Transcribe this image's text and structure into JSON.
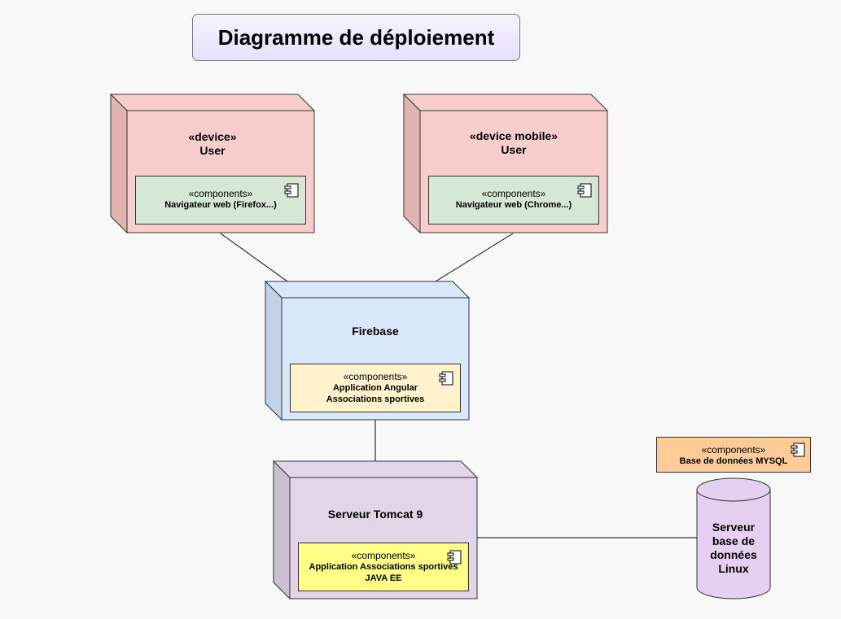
{
  "title": "Diagramme de déploiement",
  "nodes": {
    "user_device": {
      "stereotype": "«device»",
      "name": "User",
      "component": {
        "stereotype": "«components»",
        "name": "Navigateur web (Firefox...)"
      }
    },
    "user_mobile": {
      "stereotype": "«device mobile»",
      "name": "User",
      "component": {
        "stereotype": "«components»",
        "name": "Navigateur web (Chrome...)"
      }
    },
    "firebase": {
      "name": "Firebase",
      "component": {
        "stereotype": "«components»",
        "name_line1": "Application Angular",
        "name_line2": "Associations sportives"
      }
    },
    "tomcat": {
      "name": "Serveur Tomcat 9",
      "component": {
        "stereotype": "«components»",
        "name_line1": "Application Associations sportives",
        "name_line2": "JAVA EE"
      }
    }
  },
  "mysql_component": {
    "stereotype": "«components»",
    "name": "Base de données MYSQL"
  },
  "database": {
    "line1": "Serveur",
    "line2": "base de",
    "line3": "données",
    "line4": "Linux"
  },
  "colors": {
    "device_face": "#f8cecc",
    "device_side": "#e1b3b1",
    "firebase_face": "#dae8fc",
    "firebase_side": "#c3d1e6",
    "tomcat_face": "#e1d5e7",
    "tomcat_side": "#cbbfd2",
    "comp_green": "#d5e8d4",
    "comp_yellow_light": "#fff2cc",
    "comp_yellow": "#ffff88",
    "comp_orange": "#ffcc99",
    "db_fill": "#e6d0f1"
  }
}
